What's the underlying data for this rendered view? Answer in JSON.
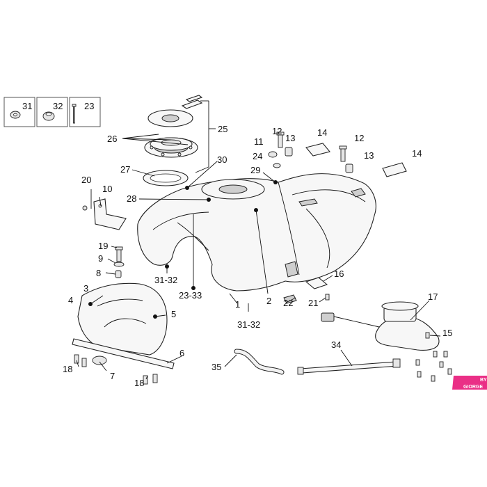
{
  "diagram": {
    "watermark": {
      "line1": "BY",
      "line2": "GIORGE"
    },
    "legend_boxes": [
      {
        "label": "31",
        "icon": "washer-icon"
      },
      {
        "label": "32",
        "icon": "grommet-icon"
      },
      {
        "label": "23",
        "icon": "screw-icon"
      }
    ],
    "callouts": [
      {
        "label": "25"
      },
      {
        "label": "26"
      },
      {
        "label": "27"
      },
      {
        "label": "28"
      },
      {
        "label": "30"
      },
      {
        "label": "29"
      },
      {
        "label": "11"
      },
      {
        "label": "12"
      },
      {
        "label": "13"
      },
      {
        "label": "14"
      },
      {
        "label": "24"
      },
      {
        "label": "12"
      },
      {
        "label": "13"
      },
      {
        "label": "14"
      },
      {
        "label": "20"
      },
      {
        "label": "10"
      },
      {
        "label": "19"
      },
      {
        "label": "9"
      },
      {
        "label": "8"
      },
      {
        "label": "31-32"
      },
      {
        "label": "23-33"
      },
      {
        "label": "1"
      },
      {
        "label": "2"
      },
      {
        "label": "16"
      },
      {
        "label": "22"
      },
      {
        "label": "21"
      },
      {
        "label": "17"
      },
      {
        "label": "3"
      },
      {
        "label": "4"
      },
      {
        "label": "5"
      },
      {
        "label": "31-32"
      },
      {
        "label": "15"
      },
      {
        "label": "34"
      },
      {
        "label": "6"
      },
      {
        "label": "18"
      },
      {
        "label": "7"
      },
      {
        "label": "35"
      },
      {
        "label": "18"
      }
    ]
  }
}
